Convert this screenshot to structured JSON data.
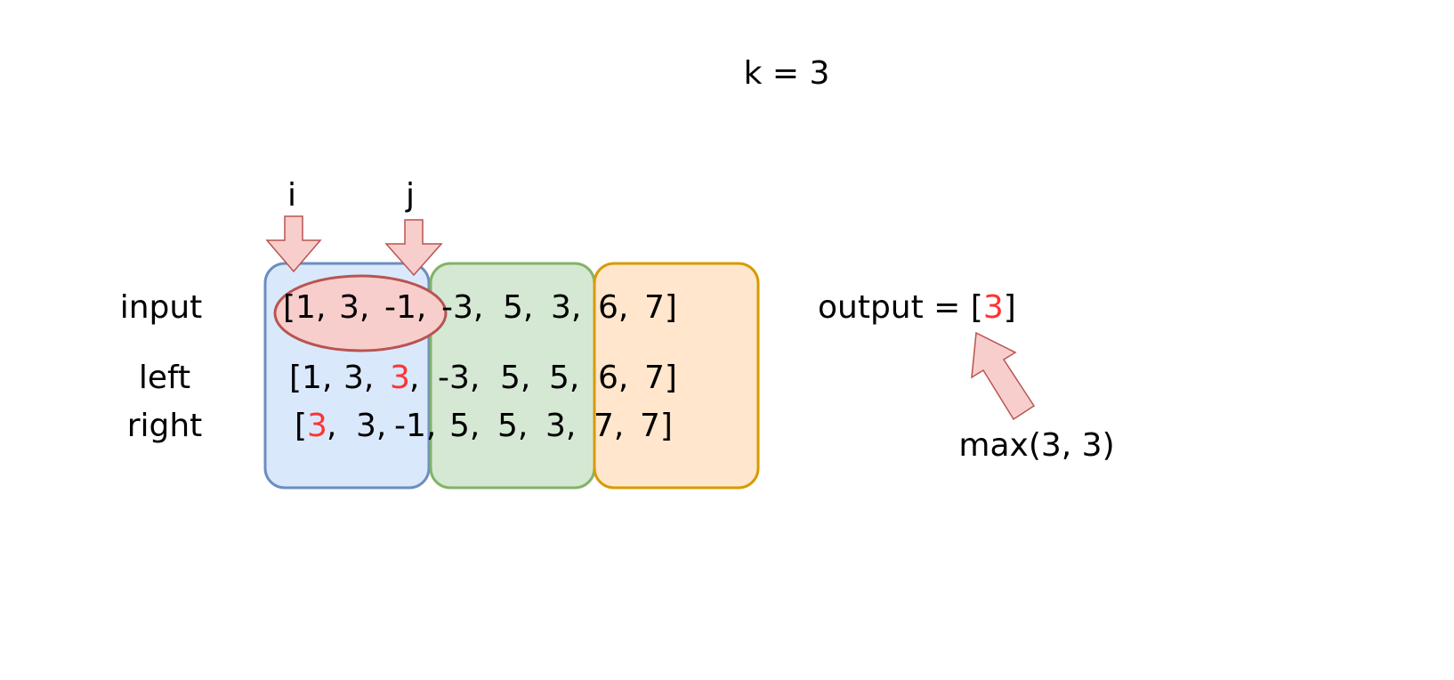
{
  "k_label": "k = 3",
  "pointers": {
    "i": "i",
    "j": "j"
  },
  "rows": {
    "input": {
      "label": "input",
      "tokens": [
        "[1,",
        "3,",
        "-1,",
        "-3,",
        "5,",
        "3,",
        "6,",
        "7]"
      ]
    },
    "left": {
      "label": "left",
      "tokens": [
        "[1,",
        "3,",
        "3",
        ",",
        "-3,",
        "5,",
        "5,",
        "6,",
        "7]"
      ]
    },
    "right": {
      "label": "right",
      "tokens": [
        "[",
        "3",
        ",",
        "3,",
        "-1,",
        "5,",
        "5,",
        "3,",
        "7,",
        "7]"
      ]
    }
  },
  "output": {
    "prefix": "output = [",
    "value": "3",
    "suffix": "]"
  },
  "max_label": "max(3, 3)",
  "colors": {
    "block1_fill": "#dae8fc",
    "block1_stroke": "#6c8ebf",
    "block2_fill": "#d5e8d4",
    "block2_stroke": "#82b366",
    "block3_fill": "#ffe6cc",
    "block3_stroke": "#d79b00",
    "arrow_fill": "#f8cecc",
    "arrow_stroke": "#b85450",
    "highlight_text": "#ff3333"
  }
}
